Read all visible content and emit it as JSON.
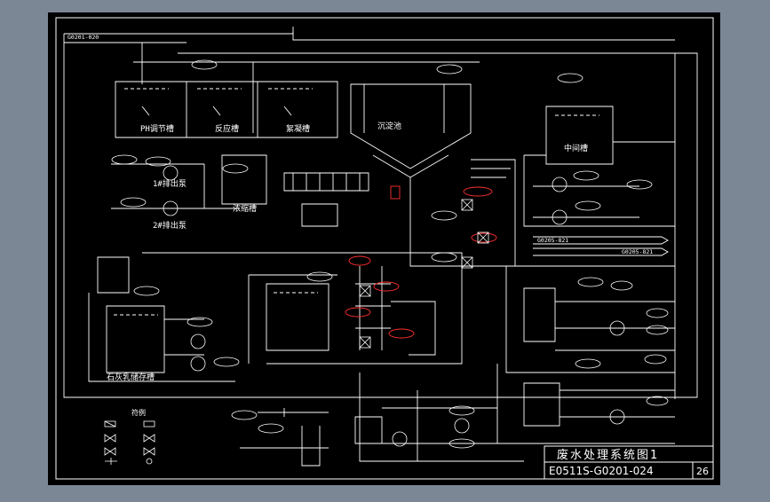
{
  "title_block": {
    "drawing_title": "废水处理系统图1",
    "drawing_number": "E0511S-G0201-024",
    "sheet": "26"
  },
  "legend": {
    "heading": "符例"
  },
  "tanks": {
    "ph_tank": "PH调节槽",
    "reaction_tank": "反应槽",
    "flocculation_tank": "絮凝槽",
    "clarifier": "沉淀池",
    "middle_tank": "中间槽",
    "sludge_tank": "浓缩槽",
    "lime_tank": "石灰乳储存槽"
  },
  "pumps": {
    "pump1": "1#排出泵",
    "pump2": "2#排出泵"
  },
  "lines": {
    "top_left_tag": "G0201-020",
    "arrow_right_1": "G0205-821",
    "arrow_right_2": "G0205-821"
  },
  "colors": {
    "background": "#7c8796",
    "sheet": "#000000",
    "lines": "#ffffff",
    "highlight": "#ff3030"
  }
}
